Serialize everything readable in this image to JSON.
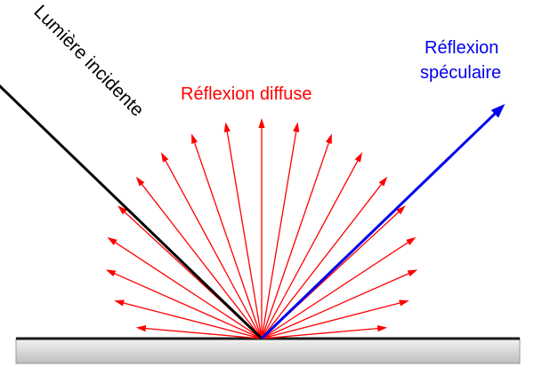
{
  "diagram": {
    "labels": {
      "incident": "Lumière incidente",
      "diffuse": "Réflexion diffuse",
      "specular_line1": "Réflexion",
      "specular_line2": "spéculaire"
    },
    "colors": {
      "incident": "#000000",
      "diffuse": "#ff0000",
      "specular": "#0000ee",
      "surface_top": "#1a1a1a",
      "surface_fill_top": "#f4f4f4",
      "surface_fill_bottom": "#bdbdbd"
    },
    "diffuse_ray_count": 19,
    "incidence_angle_deg": 46,
    "specular_angle_deg": 46
  }
}
